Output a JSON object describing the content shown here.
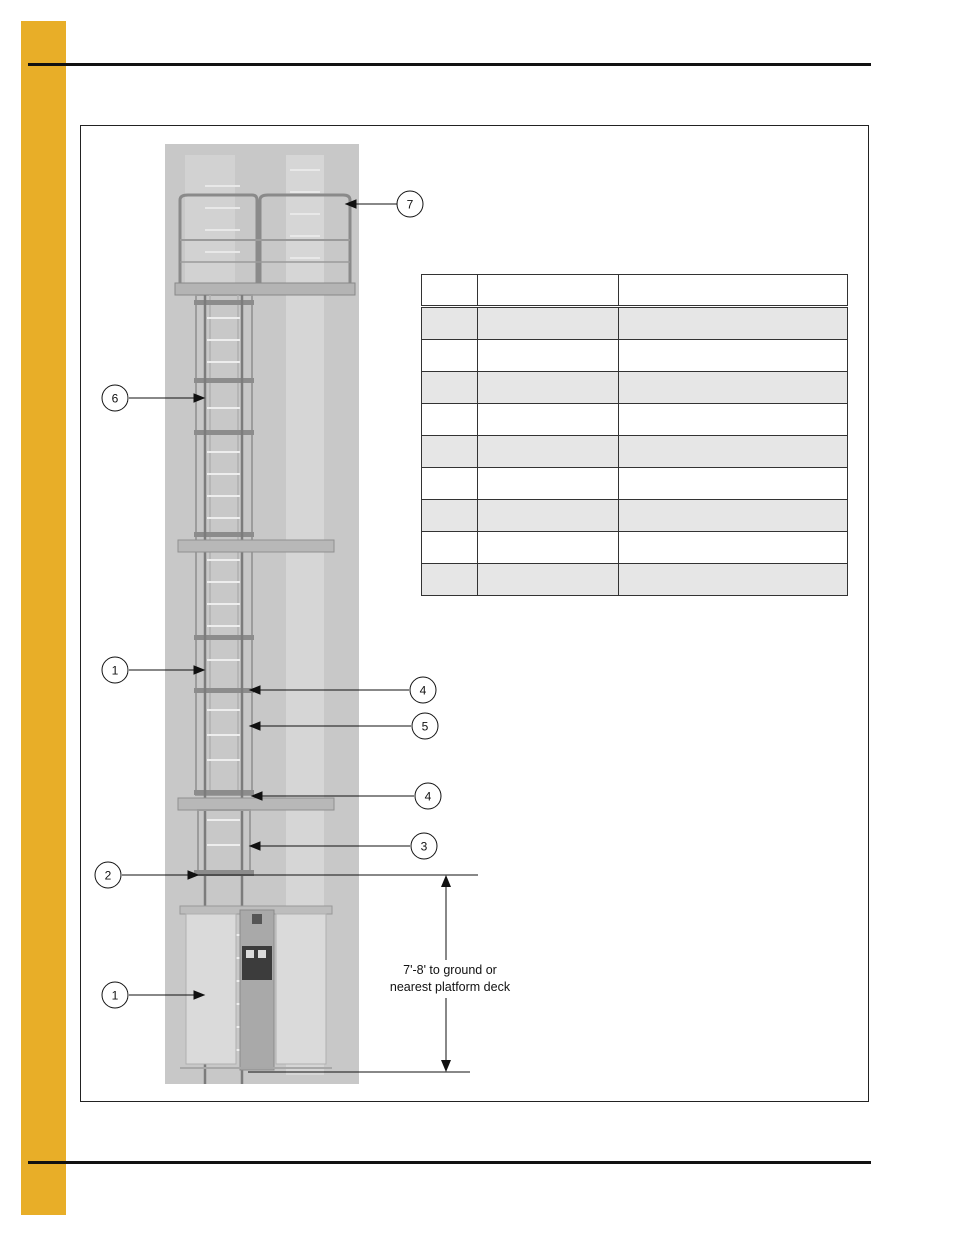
{
  "callouts": {
    "c7": "7",
    "c6": "6",
    "c1a": "1",
    "c4a": "4",
    "c5": "5",
    "c4b": "4",
    "c3": "3",
    "c2": "2",
    "c1b": "1"
  },
  "dimension": {
    "line1": "7'-8' to ground or",
    "line2": "nearest platform deck"
  },
  "table": {
    "headers": [
      "",
      "",
      ""
    ],
    "rows": [
      [
        "",
        "",
        ""
      ],
      [
        "",
        "",
        ""
      ],
      [
        "",
        "",
        ""
      ],
      [
        "",
        "",
        ""
      ],
      [
        "",
        "",
        ""
      ],
      [
        "",
        "",
        ""
      ],
      [
        "",
        "",
        ""
      ],
      [
        "",
        "",
        ""
      ],
      [
        "",
        "",
        ""
      ]
    ]
  },
  "colors": {
    "side_tab": "#e8ae28",
    "drawing_bg": "#c6c6c6"
  }
}
